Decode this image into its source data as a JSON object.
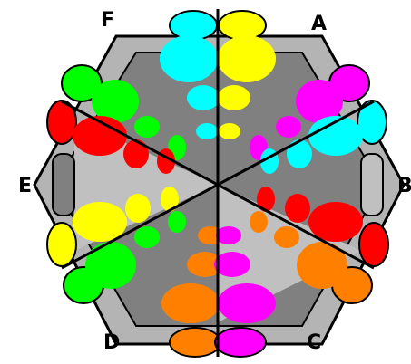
{
  "labels": {
    "f": "F",
    "a": "A",
    "e": "E",
    "b": "B",
    "d": "D",
    "c": "C"
  },
  "colors": {
    "yellow": "#ffff00",
    "cyan": "#00ffff",
    "magenta": "#ff00ff",
    "red": "#ff0000",
    "green": "#00ff00",
    "orange": "#ff8000",
    "rim": "#b4b4b4",
    "dark_panel": "#808080",
    "light_panel": "#c0c0c0",
    "outline": "#000000"
  }
}
